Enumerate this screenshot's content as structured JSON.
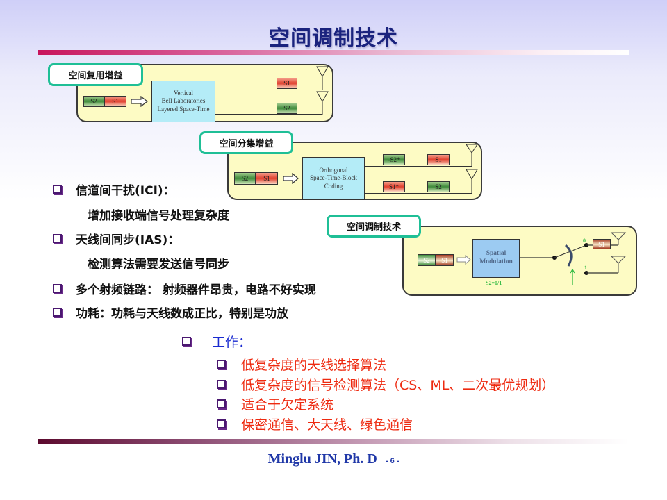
{
  "slide": {
    "title": "空间调制技术",
    "footer_author": "Minglu JIN, Ph. D",
    "page_number": "- 6 -"
  },
  "diagrams": {
    "multiplexing": {
      "tag": "空间复用增益",
      "input_blocks": [
        "S2",
        "S1"
      ],
      "processor_lines": [
        "Vertical",
        "Bell Laboratories",
        "Layered Space-Time"
      ],
      "output_top": "S1",
      "output_bottom": "S2"
    },
    "diversity": {
      "tag": "空间分集增益",
      "input_blocks": [
        "S2",
        "S1"
      ],
      "processor_lines": [
        "Orthogonal",
        "Space-Time-Block",
        "Coding"
      ],
      "output_top": [
        "-S2*",
        "S1"
      ],
      "output_bottom": [
        "S1*",
        "S2"
      ]
    },
    "spatial_modulation": {
      "tag": "空间调制技术",
      "input_blocks": [
        "S2",
        "S1"
      ],
      "processor_lines": [
        "Spatial",
        "Modulation"
      ],
      "switch_label_0": "0",
      "switch_label_1": "1",
      "output_block": "S1",
      "control_label": "S2=0/1",
      "accent_color": "#33bb44"
    }
  },
  "challenges": [
    {
      "label": "信道间干扰(ICI)：",
      "detail": "增加接收端信号处理复杂度"
    },
    {
      "label": "天线间同步(IAS)：",
      "detail": "检测算法需要发送信号同步"
    },
    {
      "label": "多个射频链路：  射频器件昂贵，电路不好实现",
      "detail": null
    },
    {
      "label": "功耗：功耗与天线数成正比，特别是功放",
      "detail": null
    }
  ],
  "work": {
    "heading": "工作：",
    "items": [
      "低复杂度的天线选择算法",
      "低复杂度的信号检测算法（CS、ML、二次最优规划）",
      "适合于欠定系统",
      "保密通信、大天线、绿色通信"
    ],
    "heading_color": "#1a2bd0",
    "item_color": "#ee2a10"
  }
}
